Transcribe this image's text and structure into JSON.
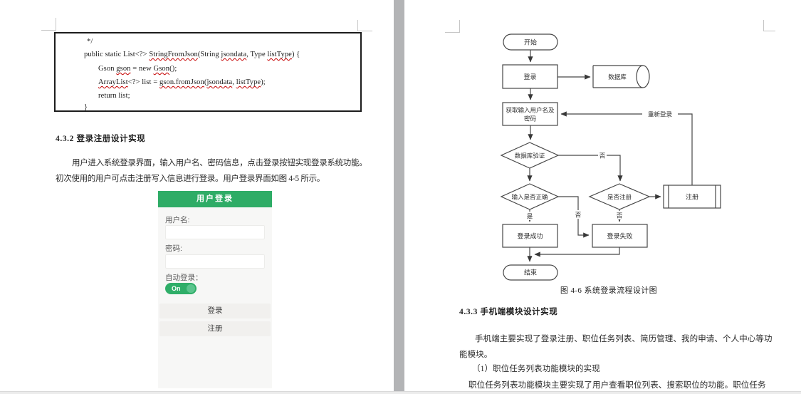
{
  "left_page": {
    "code": {
      "l1": "*/",
      "l2": [
        "public static List<?> ",
        "StringFromJson",
        "(String ",
        "jsondata",
        ", Type ",
        "listType",
        ") {"
      ],
      "l3": [
        "Gson ",
        "gson",
        " = new ",
        "Gson",
        "();"
      ],
      "l4": [
        "ArrayList",
        "<?> list = ",
        "gson.fromJson",
        "(",
        "jsondata",
        ", ",
        "listType",
        ");"
      ],
      "l5": "return list;",
      "l6": "}"
    },
    "heading": "4.3.2 登录注册设计实现",
    "para1": "用户进入系统登录界面，输入用户名、密码信息，点击登录按钮实现登录系统功能。",
    "para2": "初次使用的用户可点击注册写入信息进行登录。用户登录界面如图 4-5 所示。",
    "phone": {
      "title": "用户登录",
      "username_label": "用户名:",
      "username_value": "",
      "password_label": "密码:",
      "password_value": "",
      "autologin_label": "自动登录：",
      "toggle_on": "On",
      "login_button": "登录",
      "register_button": "注册"
    }
  },
  "right_page": {
    "flow": {
      "start": "开始",
      "login": "登录",
      "database": "数据库",
      "get_input_line1": "获取输入用户名及",
      "get_input_line2": "密码",
      "db_verify": "数据库验证",
      "input_correct": "输入是否正确",
      "registered": "是否注册",
      "register": "注册",
      "success": "登录成功",
      "fail": "登录失败",
      "end": "结束",
      "relogin": "重新登录",
      "yes": "是",
      "no": "否"
    },
    "caption": "图 4-6 系统登录流程设计图",
    "heading": "4.3.3 手机端模块设计实现",
    "para1": "手机端主要实现了登录注册、职位任务列表、简历管理、我的申请、个人中心等功",
    "para2": "能模块。",
    "para3": "（1）职位任务列表功能模块的实现",
    "para4": "职位任务列表功能模块主要实现了用户查看职位列表、搜索职位的功能。职位任务"
  },
  "colors": {
    "phone_green": "#2EAC66",
    "toggle_green": "#2FAE68",
    "page_gap_gray": "#b3b4b6",
    "squiggle_red": "#c40000"
  }
}
